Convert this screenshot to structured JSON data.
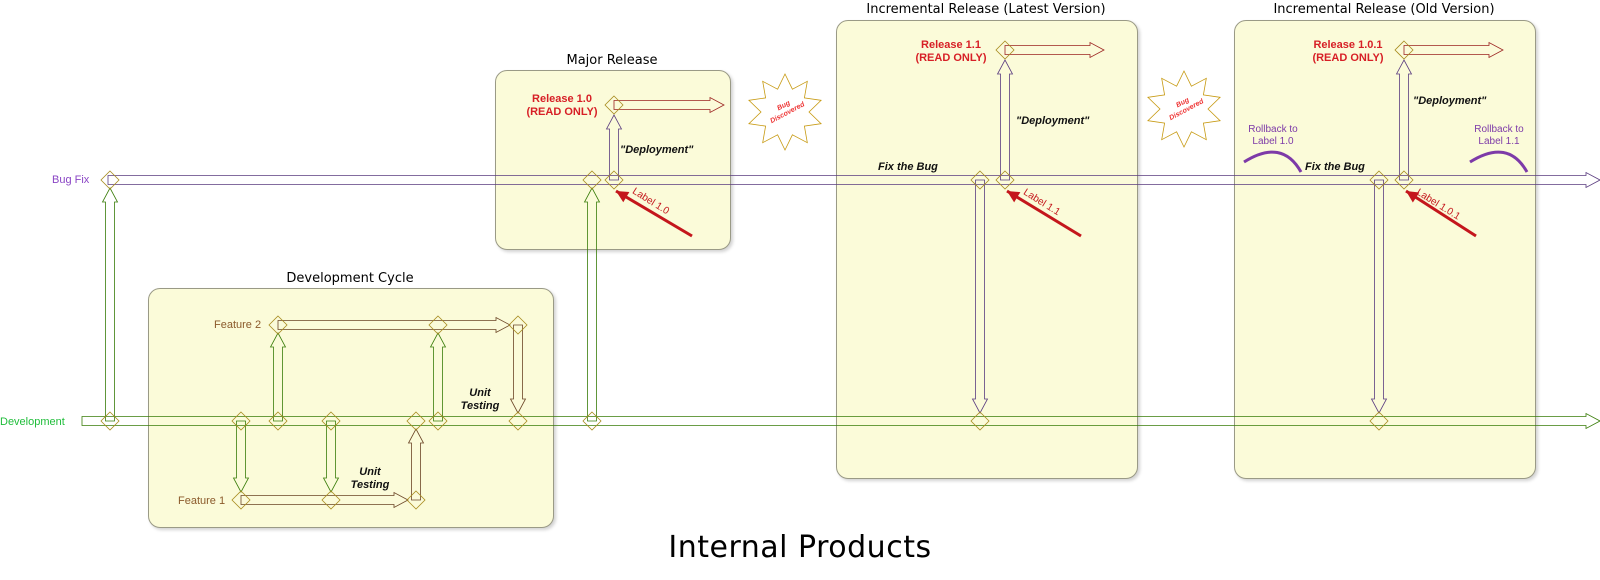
{
  "title": "Internal Products",
  "lanes": {
    "bugfix": "Bug Fix",
    "development": "Development"
  },
  "boxes": {
    "dev_cycle": "Development Cycle",
    "major": "Major Release",
    "inc_latest": "Incremental Release (Latest Version)",
    "inc_old": "Incremental Release (Old Version)"
  },
  "features": {
    "f1": "Feature 1",
    "f2": "Feature 2"
  },
  "releases": {
    "r10": {
      "name": "Release 1.0",
      "ro": "(READ ONLY)"
    },
    "r11": {
      "name": "Release 1.1",
      "ro": "(READ ONLY)"
    },
    "r101": {
      "name": "Release 1.0.1",
      "ro": "(READ ONLY)"
    }
  },
  "notes": {
    "unit_testing_1": [
      "Unit",
      "Testing"
    ],
    "unit_testing_2": [
      "Unit",
      "Testing"
    ],
    "deployment": "\"Deployment\"",
    "fix_bug": "Fix the Bug",
    "bug_discovered": [
      "Bug",
      "Discovered"
    ]
  },
  "labels": {
    "l10": "Label 1.0",
    "l11": "Label 1.1",
    "l101": "Label 1.0.1"
  },
  "rollbacks": {
    "r1": [
      "Rollback to",
      "Label 1.0"
    ],
    "r2": [
      "Rollback to",
      "Label 1.1"
    ]
  },
  "colors": {
    "green": "#7dd321",
    "purple": "#a782c8",
    "brown": "#b88a5e",
    "red": "#e04b4b",
    "diamond": "#f7df6a",
    "lane_bugfix": "#8a45c5",
    "lane_dev": "#1fbd3a"
  }
}
